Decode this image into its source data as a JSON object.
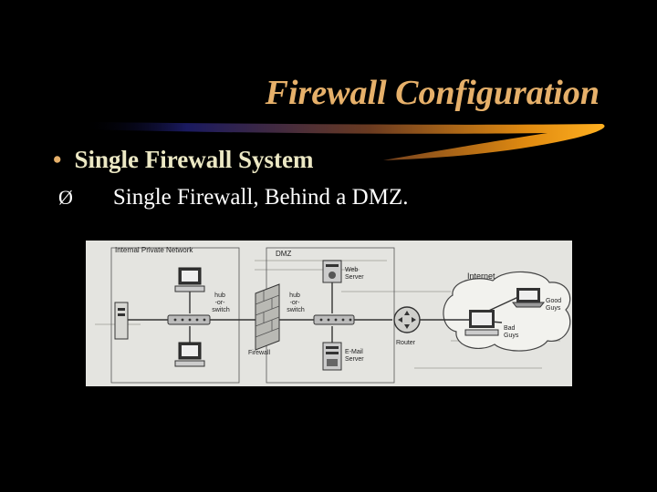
{
  "slide": {
    "title": "Firewall Configuration",
    "bullet": "Single Firewall System",
    "sub_bullet": "Single Firewall, Behind a DMZ."
  },
  "diagram": {
    "internal_network": "Internal Private Network",
    "dmz": "DMZ",
    "internet": "Internet",
    "hub1": [
      "hub",
      "-or-",
      "switch"
    ],
    "hub2": [
      "hub",
      "-or-",
      "switch"
    ],
    "firewall": "Firewall",
    "router": "Router",
    "web_server": [
      "Web",
      "Server"
    ],
    "email_server": [
      "E-Mail",
      "Server"
    ],
    "good_guys": [
      "Good",
      "Guys"
    ],
    "bad_guys": [
      "Bad",
      "Guys"
    ]
  },
  "colors": {
    "title": "#e6b06a",
    "bullet": "#ece8c4",
    "background": "#000000",
    "diagram_bg": "#e4e4e0"
  }
}
